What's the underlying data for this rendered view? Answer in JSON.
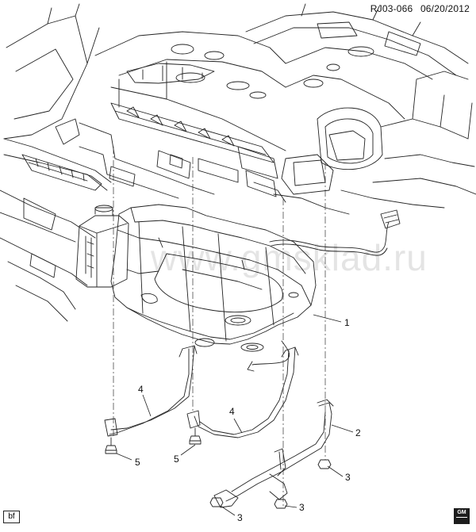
{
  "header": {
    "figure_id": "RJ03-066",
    "date": "06/20/2012"
  },
  "watermark": "www.gmsklad.ru",
  "callouts": [
    {
      "id": "c1",
      "label": "1"
    },
    {
      "id": "c2",
      "label": "2"
    },
    {
      "id": "c3a",
      "label": "3"
    },
    {
      "id": "c3b",
      "label": "3"
    },
    {
      "id": "c3c",
      "label": "3"
    },
    {
      "id": "c4a",
      "label": "4"
    },
    {
      "id": "c4b",
      "label": "4"
    },
    {
      "id": "c5a",
      "label": "5"
    },
    {
      "id": "c5b",
      "label": "5"
    }
  ],
  "badge": "bf",
  "logo": "GM"
}
